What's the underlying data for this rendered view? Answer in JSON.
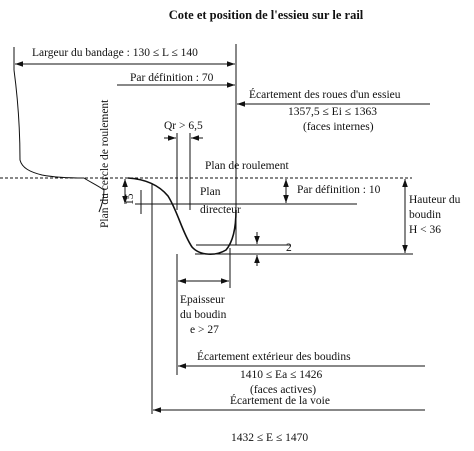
{
  "title": "Cote et position de l'essieu sur le rail",
  "labels": {
    "largeur_bandage": "Largeur du bandage : 130 ≤ L ≤ 140",
    "par_def_70": "Par définition : 70",
    "ecart_roues_1": "Écartement des roues d'un essieu",
    "ecart_roues_2": "1357,5 ≤  Ei ≤ 1363",
    "ecart_roues_3": "(faces internes)",
    "qr": "Qr > 6,5",
    "plan_cercle": "Plan du cercle de roulement",
    "plan_roulement": "Plan  de roulement",
    "plan_directeur_1": "Plan",
    "plan_directeur_2": "directeur",
    "par_def_10": "Par définition : 10",
    "hauteur_1": "Hauteur du",
    "hauteur_2": "boudin",
    "hauteur_3": "H < 36",
    "val_15": "15",
    "val_2": "2",
    "epaisseur_1": "Epaisseur",
    "epaisseur_2": "du boudin",
    "epaisseur_3": "e > 27",
    "ecart_ext_1": "Écartement extérieur des boudins",
    "ecart_ext_2": "1410 ≤  Ea ≤ 1426",
    "ecart_ext_3": "(faces actives)",
    "ecart_voie_1": "Écartement de la voie",
    "ecart_voie_2": "1432 ≤  E ≤ 1470"
  }
}
